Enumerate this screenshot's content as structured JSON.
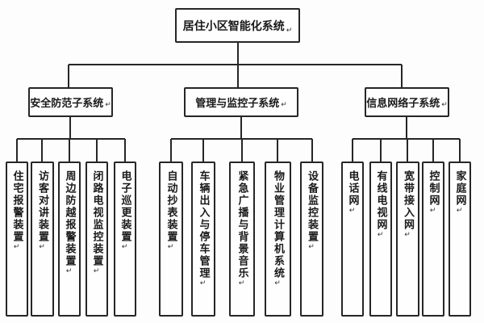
{
  "paragraph_mark": "↵",
  "root": {
    "label": "居住小区智能化系统"
  },
  "groups": [
    {
      "label": "安全防范子系统",
      "leaves": [
        {
          "label": "住宅报警装置"
        },
        {
          "label": "访客对讲装置"
        },
        {
          "label": "周边防越报警装置"
        },
        {
          "label": "闭路电视监控装置"
        },
        {
          "label": "电子巡更装置"
        }
      ]
    },
    {
      "label": "管理与监控子系统",
      "leaves": [
        {
          "label": "自动抄表装置"
        },
        {
          "label": "车辆出入与停车管理"
        },
        {
          "label": "紧急广播与背景音乐"
        },
        {
          "label": "物业管理计算机系统"
        },
        {
          "label": "设备监控装置"
        }
      ]
    },
    {
      "label": "信息网络子系统",
      "leaves": [
        {
          "label": "电话网"
        },
        {
          "label": "有线电视网"
        },
        {
          "label": "宽带接入网"
        },
        {
          "label": "控制网"
        },
        {
          "label": "家庭网"
        }
      ]
    }
  ],
  "colors": {
    "line": "#262626",
    "border": "#262626",
    "text": "#1a1a1a",
    "background": "#fdfdfd"
  }
}
